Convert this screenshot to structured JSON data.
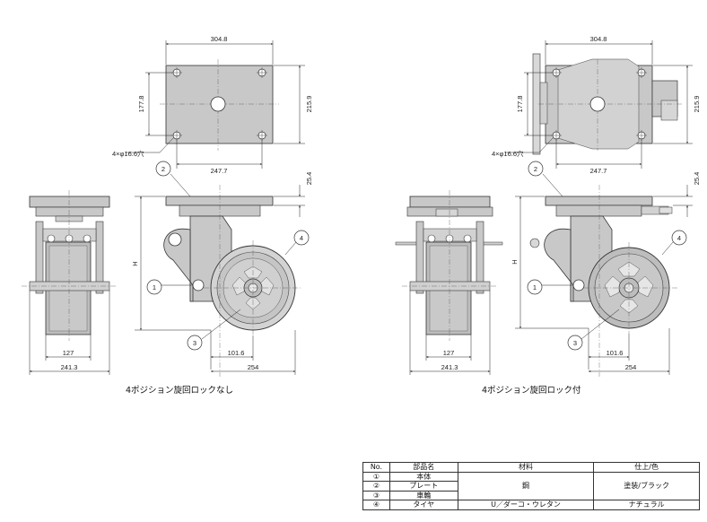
{
  "views": {
    "left": {
      "caption": "4ポジション旋回ロックなし",
      "top_width": "304.8",
      "top_height": "215.9",
      "bolt_pitch_y": "177.8",
      "bolt_pitch_x": "247.7",
      "hole_note": "4×φ16.6穴",
      "plate_thickness": "25.4",
      "height_label": "H",
      "wheel_width": "127",
      "overall_width": "241.3",
      "offset": "101.6",
      "wheel_diameter": "254",
      "callout_1": "1",
      "callout_2": "2",
      "callout_3": "3",
      "callout_4": "4"
    },
    "right": {
      "caption": "4ポジション旋回ロック付",
      "top_width": "304.8",
      "top_height": "215.9",
      "bolt_pitch_y": "177.8",
      "bolt_pitch_x": "247.7",
      "hole_note": "4×φ16.6穴",
      "plate_thickness": "25.4",
      "height_label": "H",
      "wheel_width": "127",
      "overall_width": "241.3",
      "offset": "101.6",
      "wheel_diameter": "254",
      "callout_1": "1",
      "callout_2": "2",
      "callout_3": "3",
      "callout_4": "4"
    }
  },
  "parts_table": {
    "headers": [
      "No.",
      "部品名",
      "材料",
      "仕上/色"
    ],
    "rows": [
      {
        "no": "①",
        "name": "本体"
      },
      {
        "no": "②",
        "name": "プレート"
      },
      {
        "no": "③",
        "name": "車輪"
      },
      {
        "no": "④",
        "name": "タイヤ",
        "material": "U／ダーコ・ウレタン",
        "finish": "ナチュラル"
      }
    ],
    "steel_material": "鋼",
    "steel_finish": "塗装/ブラック"
  }
}
